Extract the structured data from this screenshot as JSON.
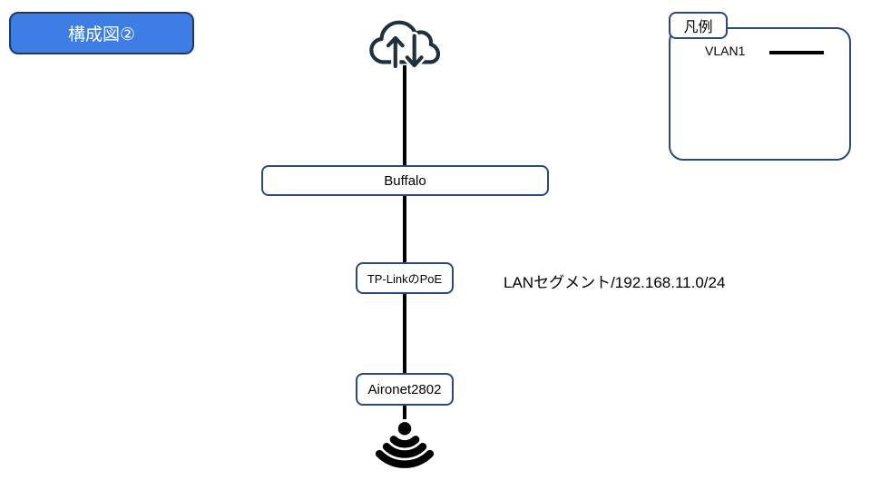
{
  "title": {
    "label": "構成図②"
  },
  "legend": {
    "tab_label": "凡例",
    "items": [
      {
        "label": "VLAN1",
        "line_color": "#000000",
        "line_style": "solid"
      }
    ]
  },
  "diagram": {
    "internet_icon": "cloud-upload-download-icon",
    "broadcast_icon": "wifi-signal-icon",
    "nodes": [
      {
        "id": "buffalo",
        "label": "Buffalo"
      },
      {
        "id": "poe-switch",
        "label": "TP-LinkのPoE"
      },
      {
        "id": "access-point",
        "label": "Aironet2802"
      }
    ],
    "annotation": "LANセグメント/192.168.11.0/24"
  },
  "colors": {
    "title_fill": "#3d7de4",
    "title_border": "#1f3864",
    "box_border": "#2a4a7d",
    "connector": "#000000",
    "icon_stroke": "#22303e",
    "wifi_icon": "#000000"
  }
}
